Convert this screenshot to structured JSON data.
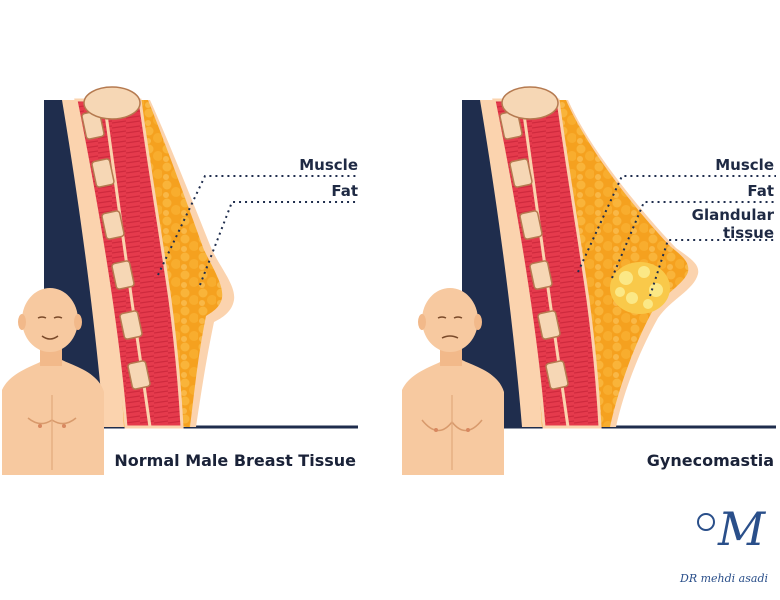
{
  "panels": [
    {
      "caption": "Normal Male Breast Tissue",
      "labels": [
        "Muscle",
        "Fat"
      ]
    },
    {
      "caption": "Gynecomastia",
      "labels": [
        "Muscle",
        "Fat",
        "Glandular",
        "tissue"
      ]
    }
  ],
  "signature": {
    "monogram": "M",
    "name": "DR mehdi asadi"
  },
  "colors": {
    "navy": "#1f2d4d",
    "muscle": "#e8344a",
    "skin": "#fbd3ae",
    "fat": "#f6a524",
    "gland": "#f9e36b"
  }
}
